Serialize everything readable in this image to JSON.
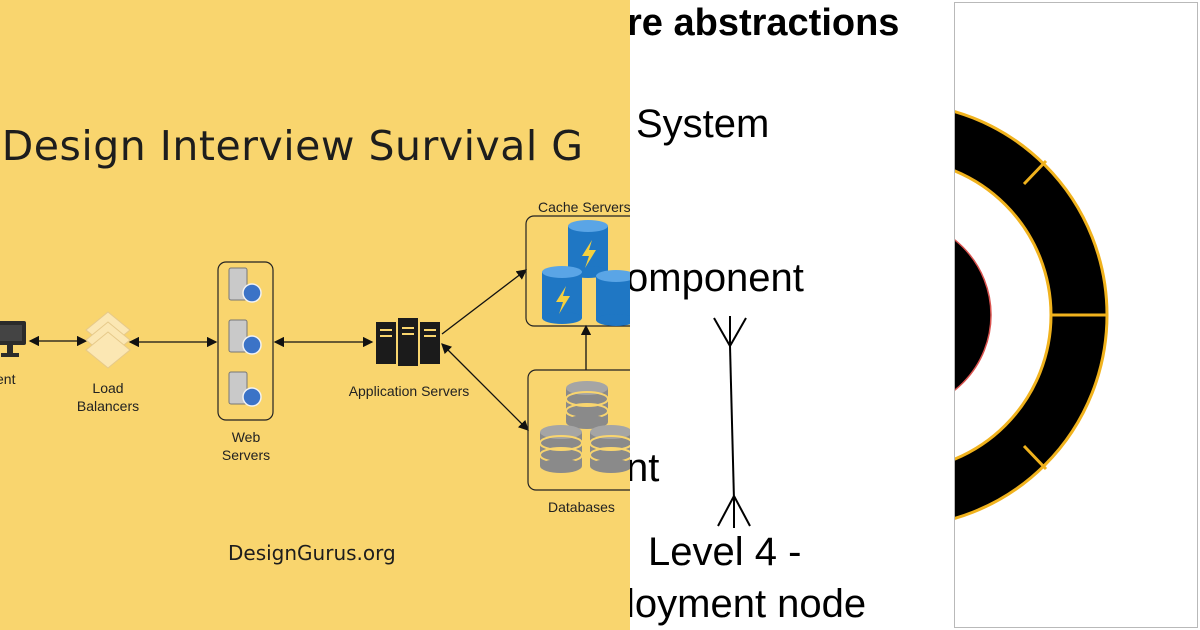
{
  "left_panel": {
    "title": "em Design Interview Survival G",
    "brand": "DesignGurus.org",
    "labels": {
      "client": "ent",
      "load_balancers_line1": "Load",
      "load_balancers_line2": "Balancers",
      "web_servers_line1": "Web",
      "web_servers_line2": "Servers",
      "application_servers": "Application Servers",
      "cache_servers": "Cache Servers",
      "databases": "Databases"
    },
    "colors": {
      "background": "#f9d56e",
      "cache_blue": "#1f77c4",
      "db_gray": "#8a8a8a"
    }
  },
  "middle_panel": {
    "heading": "re abstractions",
    "items": {
      "system": "System",
      "component": "omponent",
      "nt": "nt",
      "level4": "Level 4 -",
      "deployment": "loyment node"
    }
  },
  "right_panel": {
    "colors": {
      "ring_fill": "#000000",
      "ring_stroke": "#f0b21d",
      "inner_stroke": "#d9534f"
    }
  }
}
